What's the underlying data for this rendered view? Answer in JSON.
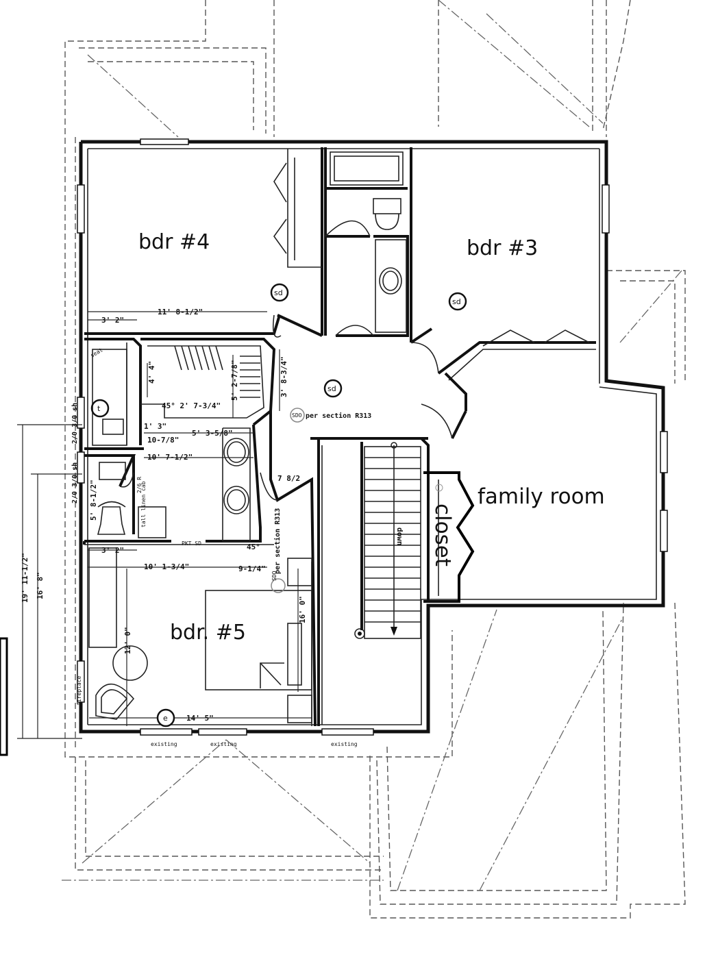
{
  "rooms": {
    "bdr4": "bdr  #4",
    "bdr3": "bdr  #3",
    "bdr5": "bdr.   #5",
    "family_room": "family room",
    "closet": "closet",
    "down": "down"
  },
  "symbols": {
    "sd": "sd",
    "sdo": "SDO",
    "t": "t",
    "e": "e"
  },
  "notes": {
    "per_section_1": "per section R313",
    "per_section_2": "per section R313",
    "seat": "seat",
    "fireplace": "fireplace",
    "pkt_sd": "PKT SD",
    "tall_linen_cab": "tall linen cab",
    "ws_dw": "2/6 R",
    "existing_1": "existing",
    "existing_2": "existing",
    "existing_3": "existing",
    "window_1": "2/0 3/0 sh",
    "window_2": "2/0 3/0 sh"
  },
  "dimensions": {
    "d_11_8": "11' 8-1/2\"",
    "d_3_2_top": "3' 2\"",
    "d_4_4": "4' 4\"",
    "d_45_2_7": "45° 2' 7-3/4\"",
    "d_5_2": "5' 2-7/8\"",
    "d_3_8": "3' 8-3/4\"",
    "d_1_3": "1' 3\"",
    "d_5_3": "5' 3-5/8\"",
    "d_10_7_8": "10-7/8\"",
    "d_10_7_1": "10' 7-1/2\"",
    "d_5_8": "5' 8-1/2\"",
    "d_7_8": "7 8/2",
    "d_45": "45°",
    "d_9_1": "9-1/4\"",
    "d_3_2_bot": "3' 2\"",
    "d_10_1": "10' 1-3/4\"",
    "d_12_0": "12' 0\"",
    "d_16_0": "16' 0\"",
    "d_14_5": "14' 5\"",
    "d_19_11": "19' 11-1/2\"",
    "d_16_8": "16' 8\""
  }
}
